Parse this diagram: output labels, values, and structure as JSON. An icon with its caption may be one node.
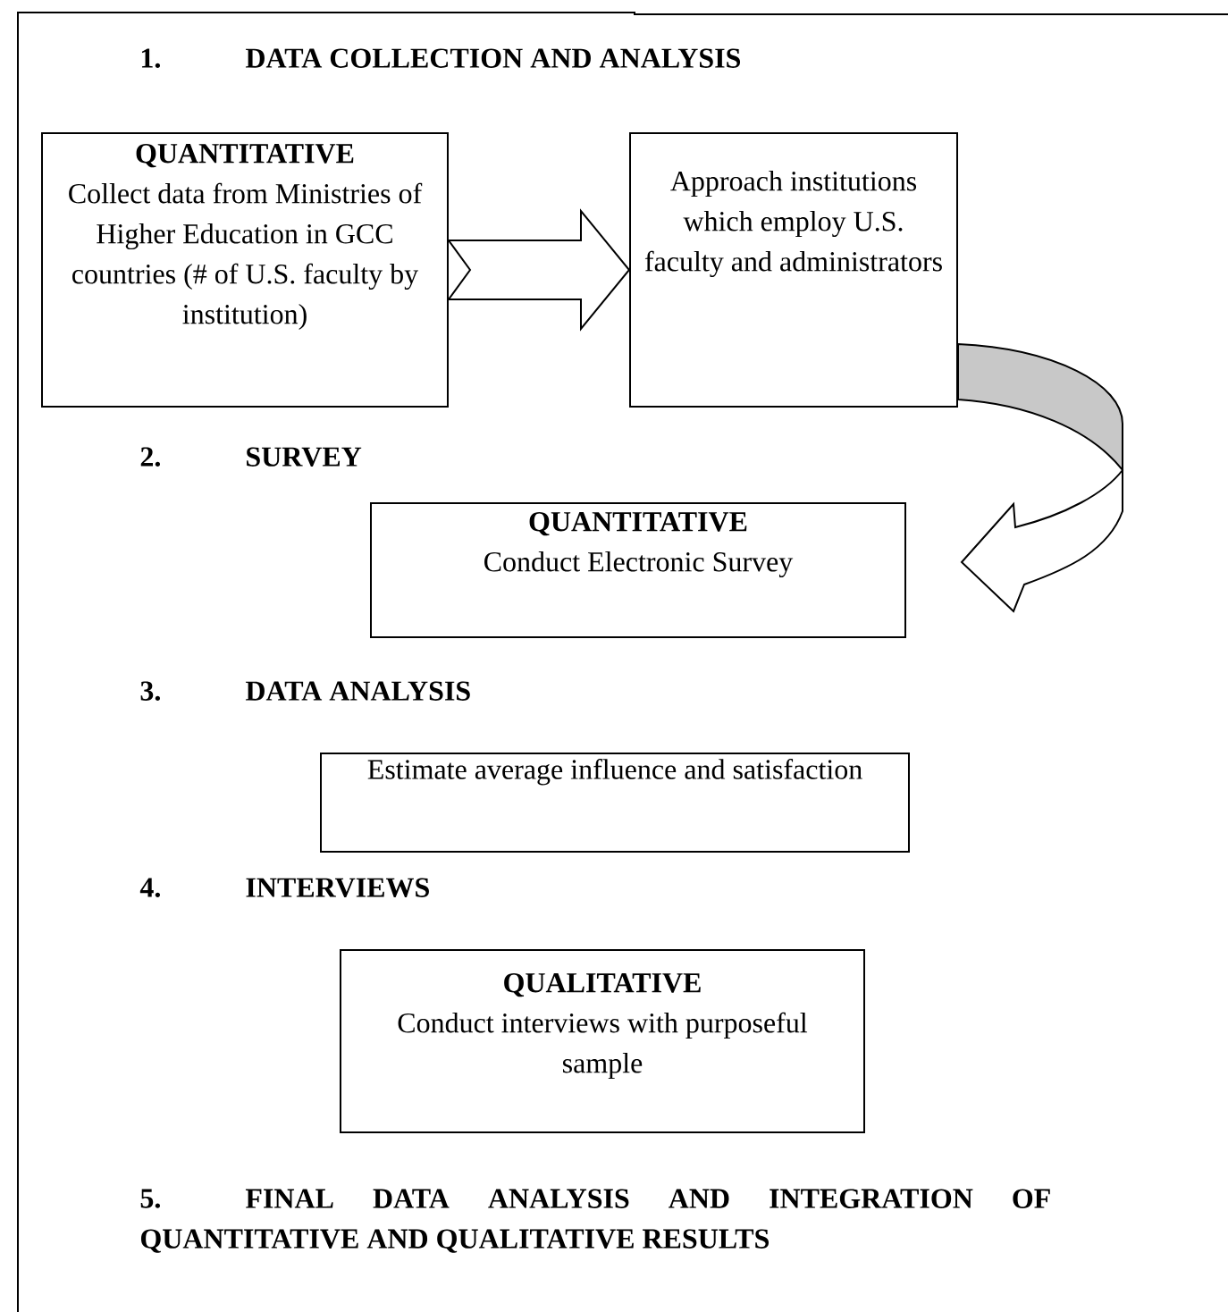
{
  "diagram": {
    "nodes": [
      {
        "text": [
          "QUANTITATIVE",
          "Collect data from Ministries of Higher Education in GCC countries (# of U.S. faculty by institution)"
        ]
      },
      {
        "text": [
          "Approach institutions which employ U.S. faculty and administrators"
        ]
      },
      {
        "text": [
          "QUANTITATIVE",
          "Conduct Electronic Survey"
        ]
      },
      {
        "text": [
          "Estimate average influence and satisfaction"
        ]
      },
      {
        "text": [
          "QUALITATIVE",
          "Conduct interviews with purposeful sample"
        ]
      }
    ],
    "edges": [
      {
        "from": 0,
        "to": 1,
        "arrow": "to"
      },
      {
        "from": 1,
        "to": 2,
        "arrow": "to"
      }
    ],
    "labels": [
      "1.",
      "DATA COLLECTION AND ANALYSIS",
      "2.",
      "SURVEY",
      "3.",
      "DATA ANALYSIS",
      "4.",
      "INTERVIEWS",
      "5.",
      "FINAL DATA ANALYSIS AND INTEGRATION OF QUANTITATIVE AND QUALITATIVE RESULTS"
    ]
  }
}
